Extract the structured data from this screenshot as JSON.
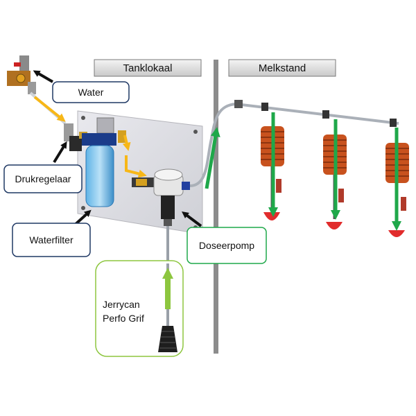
{
  "headers": {
    "tanklokaal": "Tanklokaal",
    "melkstand": "Melkstand"
  },
  "labels": {
    "water": "Water",
    "drukregelaar": "Drukregelaar",
    "waterfilter": "Waterfilter",
    "doseerpomp": "Doseerpomp",
    "jerrycan_line1": "Jerrycan",
    "jerrycan_line2": "Perfo Grif"
  },
  "colors": {
    "navy_box": "#1f3864",
    "green_box": "#8dc63f",
    "flow_yellow": "#f7b718",
    "dose_green": "#1fa84a",
    "suction_green": "#8dc63f",
    "coil_orange": "#c8521e",
    "cup_red": "#e12c2c",
    "wall_gray": "#8c8c8c"
  },
  "icons": {
    "pointer": "black-arrow-icon",
    "flow": "flow-arrow-icon"
  }
}
